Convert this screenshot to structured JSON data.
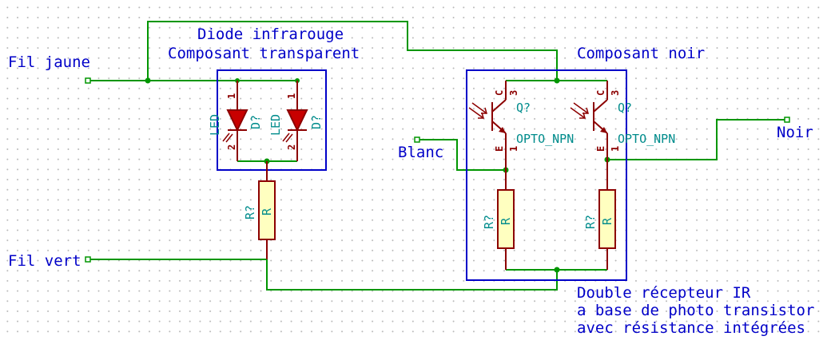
{
  "labels": {
    "fil_jaune": "Fil jaune",
    "fil_vert": "Fil vert",
    "blanc": "Blanc",
    "noir": "Noir",
    "diode_title_1": "Diode infrarouge",
    "diode_title_2": "Composant transparent",
    "composant_noir": "Composant noir",
    "recepteur_1": "Double récepteur IR",
    "recepteur_2": "a base de photo transistor",
    "recepteur_3": "avec résistance intégrées"
  },
  "components": {
    "led1": {
      "ref": "D?",
      "value": "LED",
      "pin1": "1",
      "pin2": "2"
    },
    "led2": {
      "ref": "D?",
      "value": "LED",
      "pin1": "1",
      "pin2": "2"
    },
    "r1": {
      "ref": "R?",
      "value": "R"
    },
    "r2": {
      "ref": "R?",
      "value": "R"
    },
    "r3": {
      "ref": "R?",
      "value": "R"
    },
    "q1": {
      "ref": "Q?",
      "value": "OPTO_NPN",
      "pin_c": "C",
      "pin_e": "E",
      "pin3": "3",
      "pin1": "1"
    },
    "q2": {
      "ref": "Q?",
      "value": "OPTO_NPN",
      "pin_c": "C",
      "pin_e": "E",
      "pin3": "3",
      "pin1": "1"
    }
  },
  "colors": {
    "wire": "#009600",
    "component": "#8c0000",
    "text": "#0000c8",
    "ref_text": "#008c8c"
  }
}
